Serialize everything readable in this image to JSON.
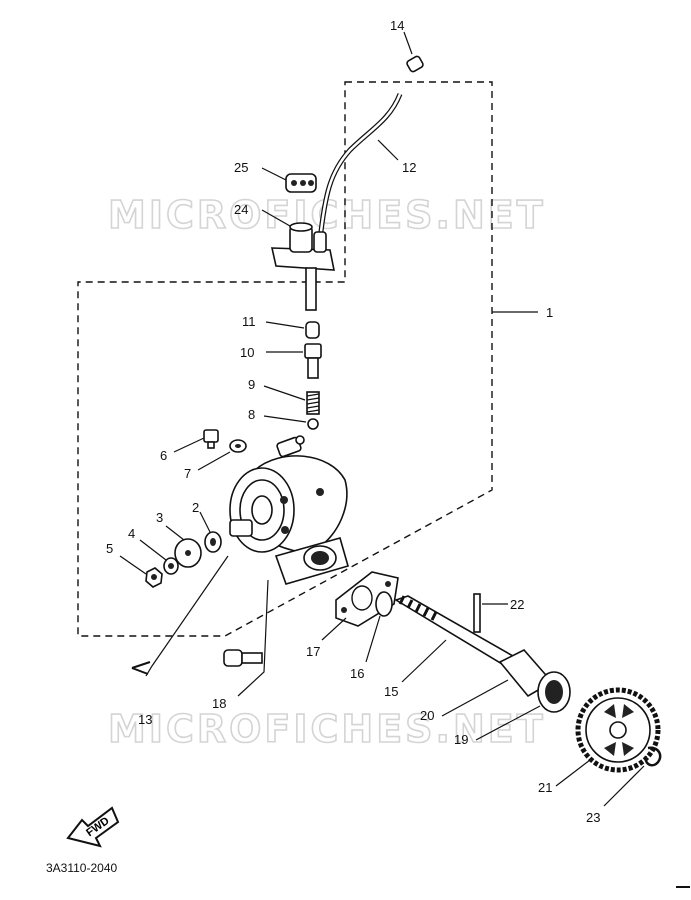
{
  "watermark": "MICROFICHES.NET",
  "drawing_code": "3A3110-2040",
  "fwd_label": "FWD",
  "callouts": [
    {
      "id": "c1",
      "label": "1"
    },
    {
      "id": "c2",
      "label": "2"
    },
    {
      "id": "c3",
      "label": "3"
    },
    {
      "id": "c4",
      "label": "4"
    },
    {
      "id": "c5",
      "label": "5"
    },
    {
      "id": "c6",
      "label": "6"
    },
    {
      "id": "c7",
      "label": "7"
    },
    {
      "id": "c8",
      "label": "8"
    },
    {
      "id": "c9",
      "label": "9"
    },
    {
      "id": "c10",
      "label": "10"
    },
    {
      "id": "c11",
      "label": "11"
    },
    {
      "id": "c12",
      "label": "12"
    },
    {
      "id": "c13",
      "label": "13"
    },
    {
      "id": "c14",
      "label": "14"
    },
    {
      "id": "c15",
      "label": "15"
    },
    {
      "id": "c16",
      "label": "16"
    },
    {
      "id": "c17",
      "label": "17"
    },
    {
      "id": "c18",
      "label": "18"
    },
    {
      "id": "c19",
      "label": "19"
    },
    {
      "id": "c20",
      "label": "20"
    },
    {
      "id": "c21",
      "label": "21"
    },
    {
      "id": "c22",
      "label": "22"
    },
    {
      "id": "c23",
      "label": "23"
    },
    {
      "id": "c24",
      "label": "24"
    },
    {
      "id": "c25",
      "label": "25"
    }
  ]
}
